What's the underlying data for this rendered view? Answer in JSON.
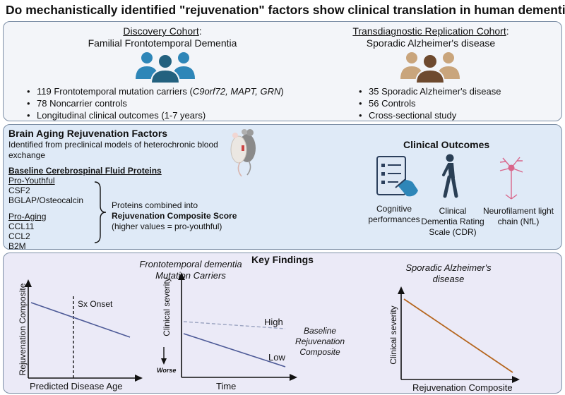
{
  "title": "Do mechanistically identified \"rejuvenation\" factors show clinical translation in human dementias?",
  "discovery": {
    "heading": "Discovery Cohort",
    "subheading": "Familial Frontotemporal Dementia",
    "bullet1_pre": "119 Frontotemporal mutation carriers (",
    "bullet1_genes": "C9orf72, MAPT, GRN",
    "bullet1_post": ")",
    "bullet2": "78 Noncarrier controls",
    "bullet3": "Longitudinal clinical outcomes (1-7 years)",
    "icon_color": "#2e86b8"
  },
  "replication": {
    "heading": "Transdiagnostic Replication Cohort",
    "subheading": "Sporadic Alzheimer's disease",
    "bullet1": "35 Sporadic Alzheimer's disease",
    "bullet2": "56 Controls",
    "bullet3": "Cross-sectional study",
    "icon_color": "#b8926a"
  },
  "factors": {
    "heading": "Brain Aging Rejuvenation Factors",
    "description": "Identified from preclinical models of heterochronic blood exchange",
    "csf_heading": "Baseline Cerebrospinal Fluid Proteins",
    "pro_youthful_label": "Pro-Youthful",
    "pro_youthful": [
      "CSF2",
      "BGLAP/Osteocalcin"
    ],
    "pro_aging_label": "Pro-Aging",
    "pro_aging": [
      "CCL11",
      "CCL2",
      "B2M"
    ],
    "combined_text": "Proteins combined into",
    "score_name": "Rejuvenation Composite Score",
    "score_note": "(higher values = pro-youthful)"
  },
  "outcomes": {
    "heading": "Clinical Outcomes",
    "cognitive_label": "Cognitive performances",
    "cdr_label": "Clinical Dementia Rating Scale (CDR)",
    "nfl_label": "Neurofilament light chain (NfL)"
  },
  "findings": {
    "heading": "Key Findings",
    "ftd_title": "Frontotemporal dementia Mutation Carriers",
    "ad_title": "Sporadic Alzheimer's disease",
    "plot1": {
      "ylabel": "Rejuvenation Composite",
      "xlabel": "Predicted Disease Age",
      "annotation": "Sx Onset"
    },
    "plot2": {
      "ylabel": "Clinical severity",
      "xlabel": "Time",
      "worse_label": "Worse",
      "high_label": "High",
      "low_label": "Low",
      "legend_label": "Baseline Rejuvenation Composite"
    },
    "plot3": {
      "ylabel": "Clinical severity",
      "xlabel": "Rejuvenation Composite"
    }
  },
  "colors": {
    "line_blue": "#4d5a97",
    "line_dashed": "#9aa3c0",
    "line_brown": "#b5651d",
    "neuron": "#d9658a"
  }
}
